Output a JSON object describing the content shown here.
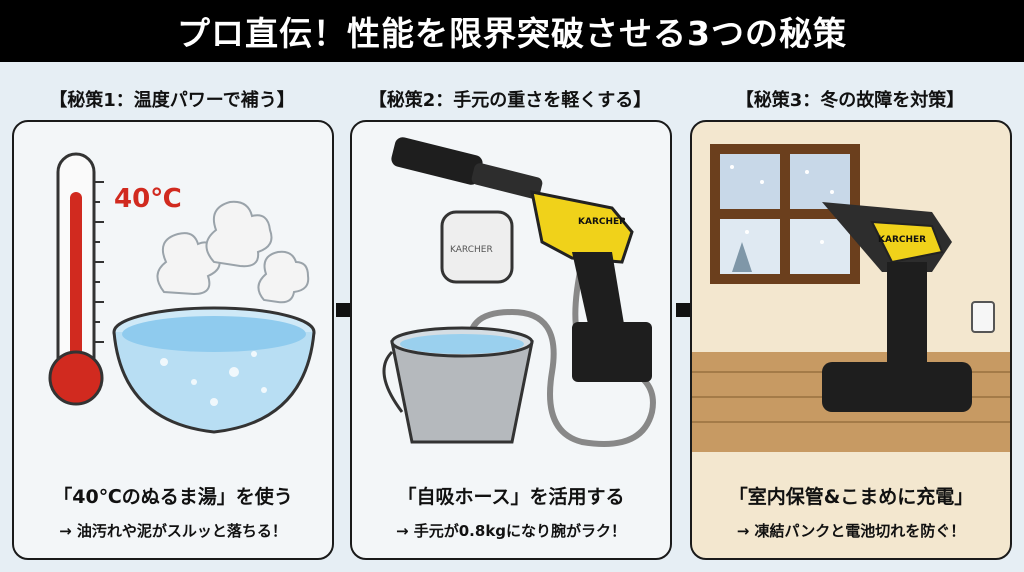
{
  "title": "プロ直伝！性能を限界突破させる3つの秘策",
  "panels": [
    {
      "heading": "【秘策1：温度パワーで補う】",
      "temp_label": "40℃",
      "main_caption": "「40℃のぬるま湯」を使う",
      "sub_caption": "→ 油汚れや泥がスルッと落ちる！"
    },
    {
      "heading": "【秘策2：手元の重さを軽くする】",
      "brand_body": "KARCHER",
      "brand_filter": "KARCHER",
      "main_caption": "「自吸ホース」を活用する",
      "sub_caption": "→ 手元が0.8kgになり腕がラク！"
    },
    {
      "heading": "【秘策3：冬の故障を対策】",
      "brand_body": "KARCHER",
      "main_caption": "「室内保管&こまめに充電」",
      "sub_caption": "→ 凍結パンクと電池切れを防ぐ！"
    }
  ],
  "colors": {
    "accent_red": "#d12a1f",
    "tool_yellow": "#f0d21a",
    "tool_black": "#1e1e1e"
  }
}
